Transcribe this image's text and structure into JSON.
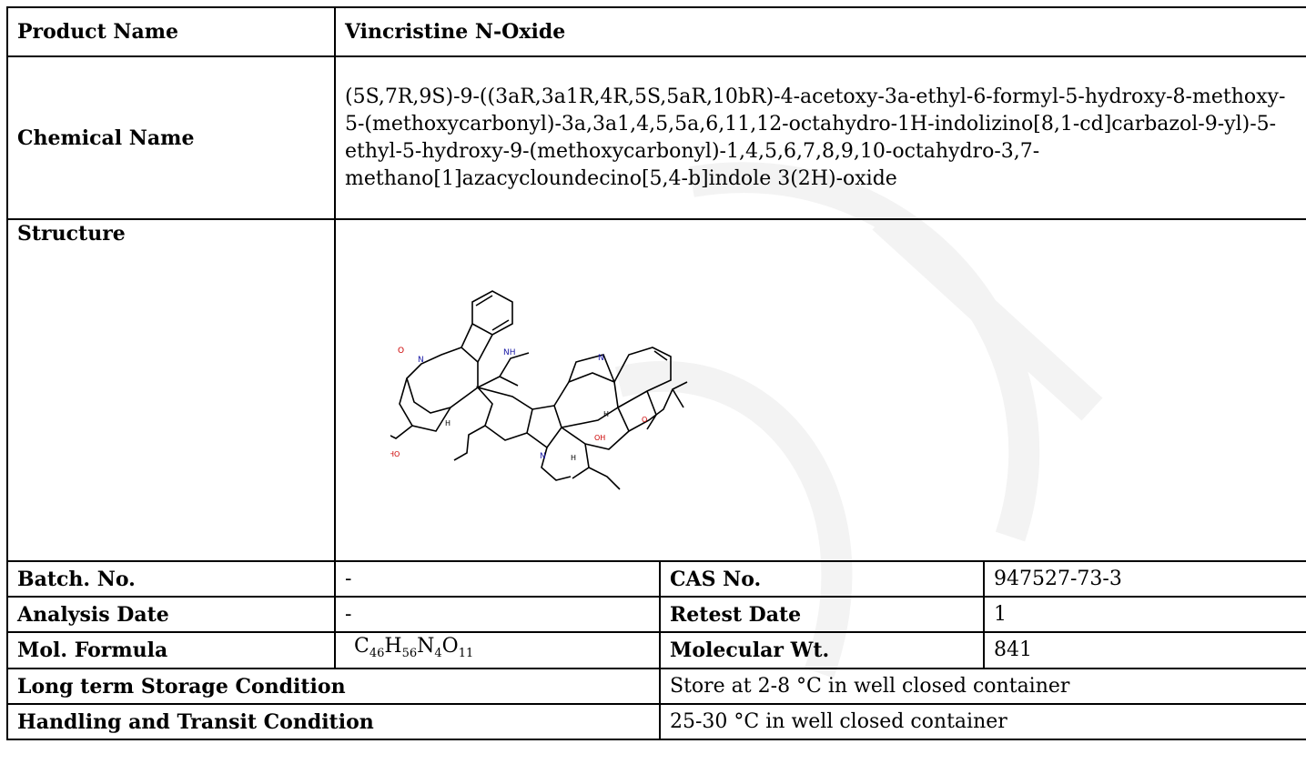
{
  "rows": {
    "product": {
      "label": "Product Name",
      "value": "Vincristine N-Oxide"
    },
    "chemical": {
      "label": "Chemical Name",
      "value": "(5S,7R,9S)-9-((3aR,3a1R,4R,5S,5aR,10bR)-4-acetoxy-3a-ethyl-6-formyl-5-hydroxy-8-methoxy-5-(methoxycarbonyl)-3a,3a1,4,5,5a,6,11,12-octahydro-1H-indolizino[8,1-cd]carbazol-9-yl)-5-ethyl-5-hydroxy-9-(methoxycarbonyl)-1,4,5,6,7,8,9,10-octahydro-3,7-methano[1]azacycloundecino[5,4-b]indole 3(2H)-oxide"
    },
    "structure": {
      "label": "Structure",
      "atoms": {
        "nh": "NH",
        "n_oxide": "N",
        "o_minus": "O",
        "ho": "HO",
        "h1": "H",
        "n2": "N",
        "n3": "N",
        "h2": "H",
        "h3": "H",
        "oh": "OH",
        "o_ac": "O"
      }
    },
    "batch": {
      "label": "Batch. No.",
      "value": "-",
      "label2": "CAS No.",
      "value2": "947527-73-3"
    },
    "analysis": {
      "label": "Analysis Date",
      "value": "-",
      "label2": "Retest Date",
      "value2": "1"
    },
    "formula": {
      "label": "Mol. Formula",
      "c": "C",
      "c_n": "46",
      "h": "H",
      "h_n": "56",
      "n": "N",
      "n_n": "4",
      "o": "O",
      "o_n": "11",
      "label2": "Molecular Wt.",
      "value2": "841"
    },
    "storage": {
      "label": "Long term Storage Condition",
      "value": "Store at 2-8 °C in well closed container"
    },
    "handling": {
      "label": "Handling and Transit Condition",
      "value": "25-30 °C in well closed container"
    }
  },
  "colors": {
    "border": "#000000",
    "heteroatom": "#cc0000",
    "nitrogen": "#1a1aa6",
    "watermark": "#f2f2f2"
  }
}
